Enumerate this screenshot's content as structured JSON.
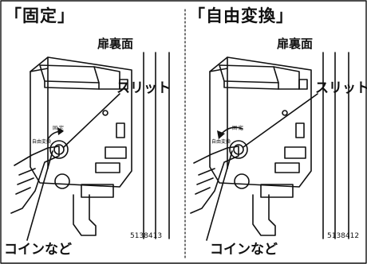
{
  "panels": [
    {
      "title": "「固定」",
      "door_label": "扉裏面",
      "slit_label": "スリット",
      "dial_labels": {
        "fixed": "固 定",
        "free": "自由変換"
      },
      "coin_label": "コインなど",
      "figure_code": "5138413"
    },
    {
      "title": "「自由変換」",
      "door_label": "扉裏面",
      "slit_label": "スリット",
      "dial_labels": {
        "fixed": "固 定",
        "free": "自由変換"
      },
      "coin_label": "コインなど",
      "figure_code": "5138412"
    }
  ],
  "colors": {
    "line": "#111111",
    "background": "#ffffff"
  }
}
